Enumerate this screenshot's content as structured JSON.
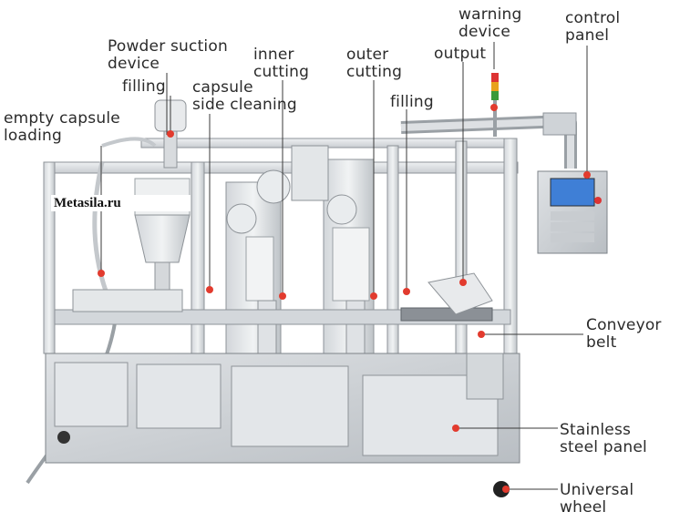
{
  "labels": {
    "powder_suction": [
      "Powder suction",
      "device"
    ],
    "filling_left": "filling",
    "empty_capsule": [
      "empty capsule",
      "loading"
    ],
    "capsule_side_cleaning": [
      "capsule",
      "side cleaning"
    ],
    "inner_cutting": [
      "inner",
      "cutting"
    ],
    "outer_cutting": [
      "outer",
      "cutting"
    ],
    "filling_right": "filling",
    "output": "output",
    "warning_device": [
      "warning",
      "device"
    ],
    "control_panel": [
      "control",
      "panel"
    ],
    "conveyor_belt": [
      "Conveyor",
      "belt"
    ],
    "stainless_panel": [
      "Stainless",
      "steel panel"
    ],
    "universal_wheel": [
      "Universal",
      "wheel"
    ]
  },
  "watermark": "Metasila.ru",
  "colors": {
    "label_text": "#2b2b2b",
    "marker": "#e23b2e",
    "steel_light": "#e6e8ea",
    "steel_mid": "#c4c8cc",
    "steel_dark": "#8e9398",
    "screen": "#3f7fd6"
  }
}
